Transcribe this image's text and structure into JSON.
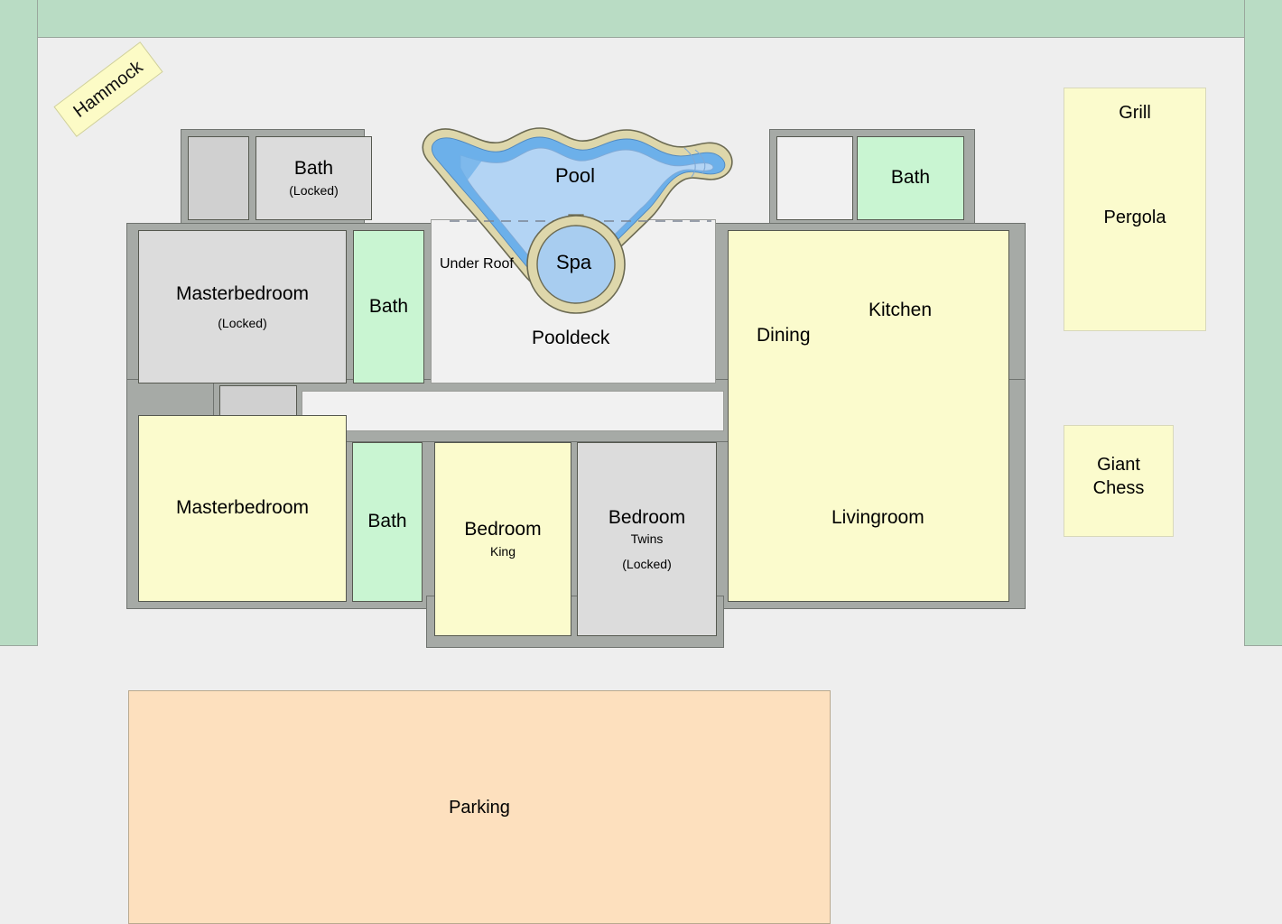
{
  "site": {
    "lawn_color": "#b9dcc4",
    "ground_color": "#eeeeee"
  },
  "outdoor": {
    "hammock": {
      "label": "Hammock"
    },
    "pergola_pad": {
      "top_label": "Grill",
      "center_label": "Pergola"
    },
    "chess_pad": {
      "line1": "Giant",
      "line2": "Chess"
    },
    "parking": {
      "label": "Parking"
    }
  },
  "pool_area": {
    "pool_label": "Pool",
    "spa_label": "Spa",
    "pooldeck_label": "Pooldeck",
    "under_roof_label": "Under Roof",
    "water_color": "#a8cdf0",
    "water_shallow_color": "#6cb0ea",
    "coping_color": "#ded7ab"
  },
  "house": {
    "rooms": [
      {
        "id": "closet-north",
        "name": "",
        "sub": "",
        "locked": "",
        "fill": "gray2"
      },
      {
        "id": "bath-north",
        "name": "Bath",
        "sub": "",
        "locked": "(Locked)",
        "fill": "gray"
      },
      {
        "id": "masterbedroom-north",
        "name": "Masterbedroom",
        "sub": "",
        "locked": "(Locked)",
        "fill": "gray"
      },
      {
        "id": "bath-north-mid",
        "name": "Bath",
        "sub": "",
        "locked": "",
        "fill": "green"
      },
      {
        "id": "utility-ne",
        "name": "",
        "sub": "",
        "locked": "",
        "fill": "white"
      },
      {
        "id": "bath-ne",
        "name": "Bath",
        "sub": "",
        "locked": "",
        "fill": "green"
      },
      {
        "id": "kitchen-dining",
        "name": "",
        "sub": "",
        "locked": "",
        "fill": "yellow"
      },
      {
        "id": "closet-mid",
        "name": "",
        "sub": "",
        "locked": "",
        "fill": "gray2"
      },
      {
        "id": "hallway",
        "name": "",
        "sub": "",
        "locked": "",
        "fill": "white"
      },
      {
        "id": "masterbedroom-south",
        "name": "Masterbedroom",
        "sub": "",
        "locked": "",
        "fill": "yellow"
      },
      {
        "id": "bath-south",
        "name": "Bath",
        "sub": "",
        "locked": "",
        "fill": "green"
      },
      {
        "id": "bedroom-king",
        "name": "Bedroom",
        "sub": "King",
        "locked": "",
        "fill": "yellow"
      },
      {
        "id": "bedroom-twins",
        "name": "Bedroom",
        "sub": "Twins",
        "locked": "(Locked)",
        "fill": "gray"
      },
      {
        "id": "livingroom",
        "name": "Livingroom",
        "sub": "",
        "locked": "",
        "fill": "yellow"
      }
    ],
    "labels": {
      "kitchen": "Kitchen",
      "dining": "Dining",
      "livingroom": "Livingroom"
    },
    "wall_color": "#a6aaa6"
  }
}
